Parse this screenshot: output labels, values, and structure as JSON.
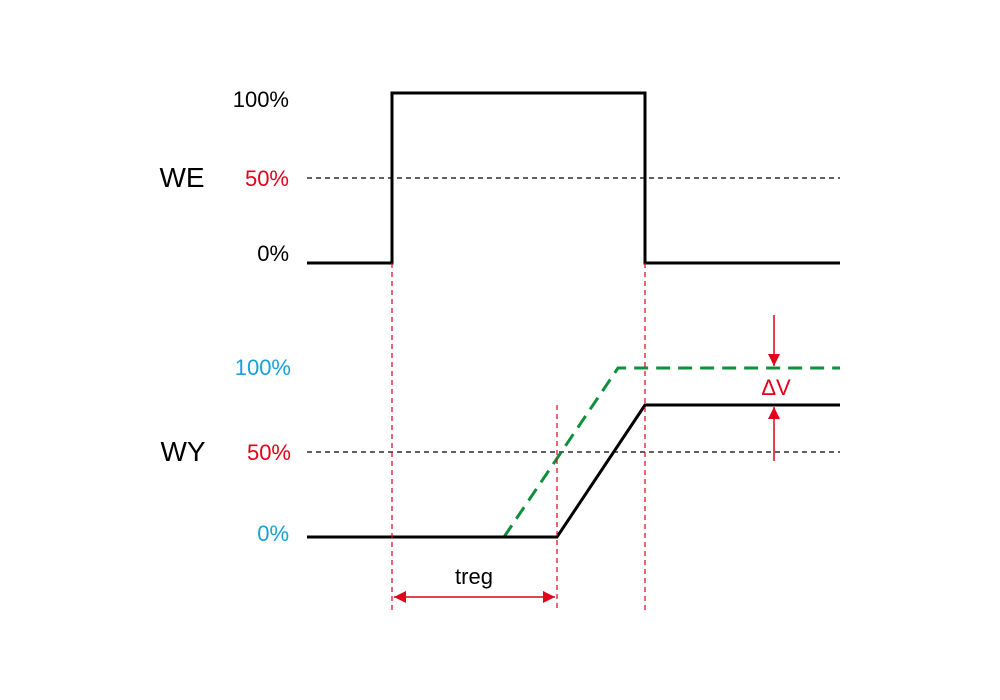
{
  "colors": {
    "signal": "#000000",
    "marker": "#e2001a",
    "ideal": "#0d8f3c",
    "output_scale": "#1aa0d8",
    "dashed_ref": "#000000"
  },
  "we": {
    "name": "WE",
    "label_100": "100%",
    "label_50": "50%",
    "label_0": "0%"
  },
  "wy": {
    "name": "WY",
    "label_100": "100%",
    "label_50": "50%",
    "label_0": "0%"
  },
  "annotations": {
    "treg": "treg",
    "delta_v": "ΔV"
  }
}
